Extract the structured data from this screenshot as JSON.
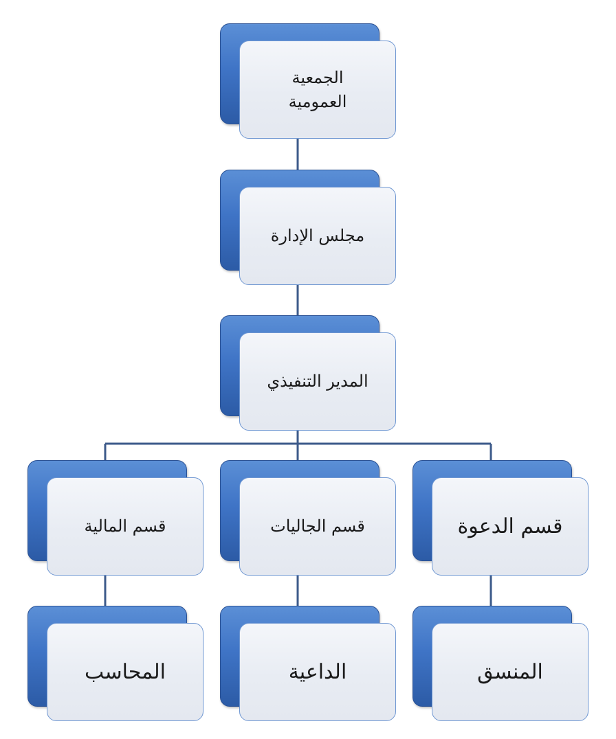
{
  "org_chart": {
    "general_assembly": {
      "line1": "الجمعية",
      "line2": "العمومية"
    },
    "board": "مجلس الإدارة",
    "executive_director": "المدير التنفيذي",
    "departments": {
      "dawah": "قسم الدعوة",
      "communities": "قسم الجاليات",
      "finance": "قسم المالية"
    },
    "staff": {
      "coordinator": "المنسق",
      "preacher": "الداعية",
      "accountant": "المحاسب"
    }
  },
  "colors": {
    "back_box": "#3f74c6",
    "front_box": "#e8ecf3",
    "front_border": "#6f97d2",
    "connector": "#3c5a8a"
  }
}
